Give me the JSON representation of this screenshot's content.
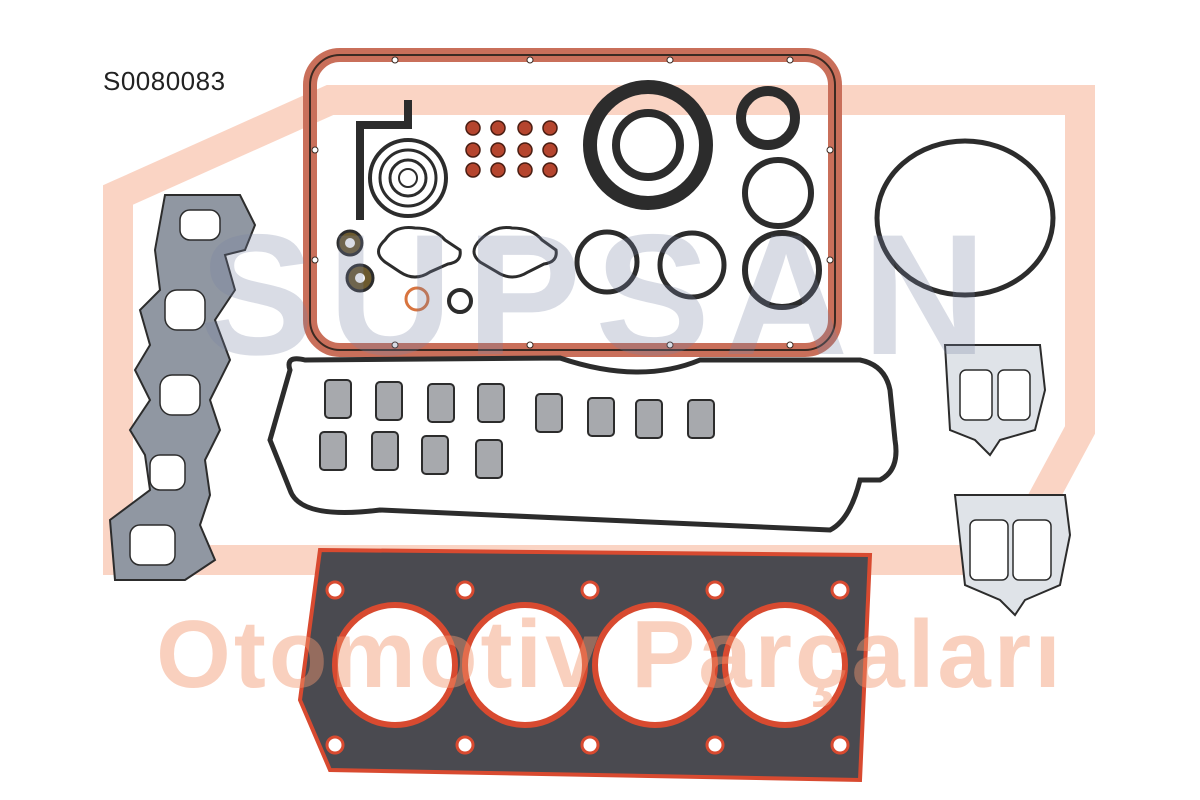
{
  "part_number": "S0080083",
  "watermark": {
    "brand": "SUPSAN",
    "tagline": "Otomotiv Parçaları",
    "color": "#f4a07c"
  },
  "colors": {
    "gasket_cork": "#c96f5a",
    "gasket_steel": "#8c8f98",
    "seal_dark": "#2c2c2c",
    "sealant_red": "#d84a30"
  }
}
